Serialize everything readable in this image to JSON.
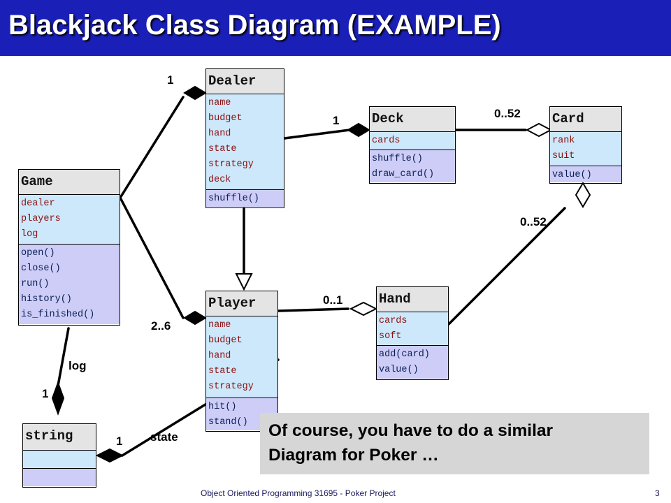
{
  "title": "Blackjack Class Diagram (EXAMPLE)",
  "classes": {
    "game": {
      "name": "Game",
      "attributes": [
        "dealer",
        "players",
        "log"
      ],
      "operations": [
        "open()",
        "close()",
        "run()",
        "history()",
        "is_finished()"
      ]
    },
    "dealer": {
      "name": "Dealer",
      "attributes": [
        "name",
        "budget",
        "hand",
        "state",
        "strategy",
        "deck"
      ],
      "operations": [
        "shuffle()"
      ]
    },
    "deck": {
      "name": "Deck",
      "attributes": [
        "cards"
      ],
      "operations": [
        "shuffle()",
        "draw_card()"
      ]
    },
    "card": {
      "name": "Card",
      "attributes": [
        "rank",
        "suit"
      ],
      "operations": [
        "value()"
      ]
    },
    "player": {
      "name": "Player",
      "attributes": [
        "name",
        "budget",
        "hand",
        "state",
        "strategy"
      ],
      "operations": [
        "hit()",
        "stand()"
      ]
    },
    "hand": {
      "name": "Hand",
      "attributes": [
        "cards",
        "soft"
      ],
      "operations": [
        "add(card)",
        "value()"
      ]
    },
    "string": {
      "name": "string",
      "attributes": [],
      "operations": []
    }
  },
  "multiplicities": {
    "game_dealer": "1",
    "game_player": "2..6",
    "dealer_deck": "1",
    "deck_card": "0..52",
    "hand_card": "0..52",
    "player_hand": "0..1",
    "game_log_string": "1",
    "player_state_string": "1"
  },
  "role_labels": {
    "log": "log",
    "state": "state"
  },
  "note": {
    "line1": "Of course, you have to do a similar",
    "line2": "Diagram for Poker …"
  },
  "footer": {
    "text": "Object Oriented Programming 31695  - Poker Project",
    "page": "3"
  }
}
